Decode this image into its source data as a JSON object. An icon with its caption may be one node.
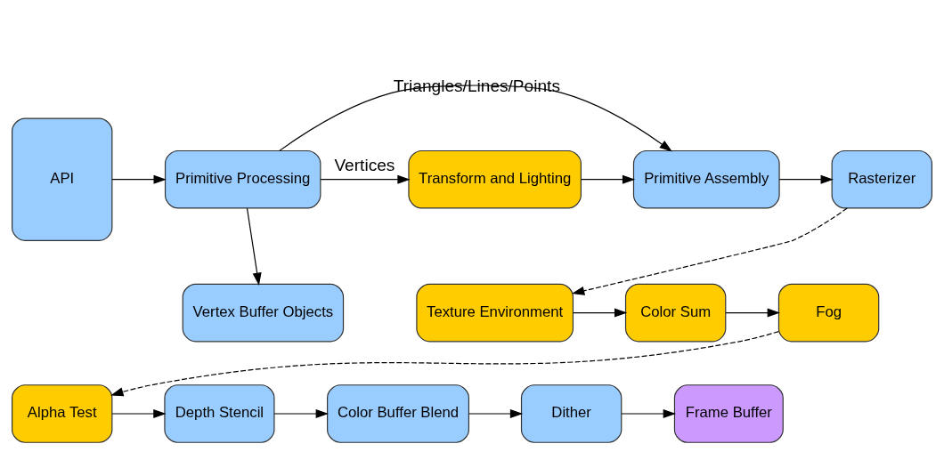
{
  "diagram": {
    "nodes": [
      {
        "text": [
          "API"
        ]
      },
      {
        "text": [
          "Primitive Processing"
        ]
      },
      {
        "text": [
          "Vertex Buffer Objects"
        ]
      },
      {
        "text": [
          "Transform and Lighting"
        ]
      },
      {
        "text": [
          "Primitive Assembly"
        ]
      },
      {
        "text": [
          "Rasterizer"
        ]
      },
      {
        "text": [
          "Texture Environment"
        ]
      },
      {
        "text": [
          "Color Sum"
        ]
      },
      {
        "text": [
          "Fog"
        ]
      },
      {
        "text": [
          "Alpha Test"
        ]
      },
      {
        "text": [
          "Depth Stencil"
        ]
      },
      {
        "text": [
          "Color Buffer Blend"
        ]
      },
      {
        "text": [
          "Dither"
        ]
      },
      {
        "text": [
          "Frame Buffer"
        ]
      }
    ],
    "edges": [
      {
        "from": 0,
        "to": 1,
        "arrow": "to"
      },
      {
        "from": 1,
        "to": 2,
        "arrow": "to"
      },
      {
        "from": 1,
        "to": 3,
        "arrow": "to",
        "label": "Vertices"
      },
      {
        "from": 1,
        "to": 4,
        "arrow": "to",
        "label": "Triangles/Lines/Points"
      },
      {
        "from": 3,
        "to": 4,
        "arrow": "to"
      },
      {
        "from": 4,
        "to": 5,
        "arrow": "to"
      },
      {
        "from": 5,
        "to": 6,
        "arrow": "to",
        "style": "dashed"
      },
      {
        "from": 6,
        "to": 7,
        "arrow": "to"
      },
      {
        "from": 7,
        "to": 8,
        "arrow": "to"
      },
      {
        "from": 8,
        "to": 9,
        "arrow": "to",
        "style": "dashed"
      },
      {
        "from": 9,
        "to": 10,
        "arrow": "to"
      },
      {
        "from": 10,
        "to": 11,
        "arrow": "to"
      },
      {
        "from": 11,
        "to": 12,
        "arrow": "to"
      },
      {
        "from": 12,
        "to": 13,
        "arrow": "to"
      }
    ]
  }
}
